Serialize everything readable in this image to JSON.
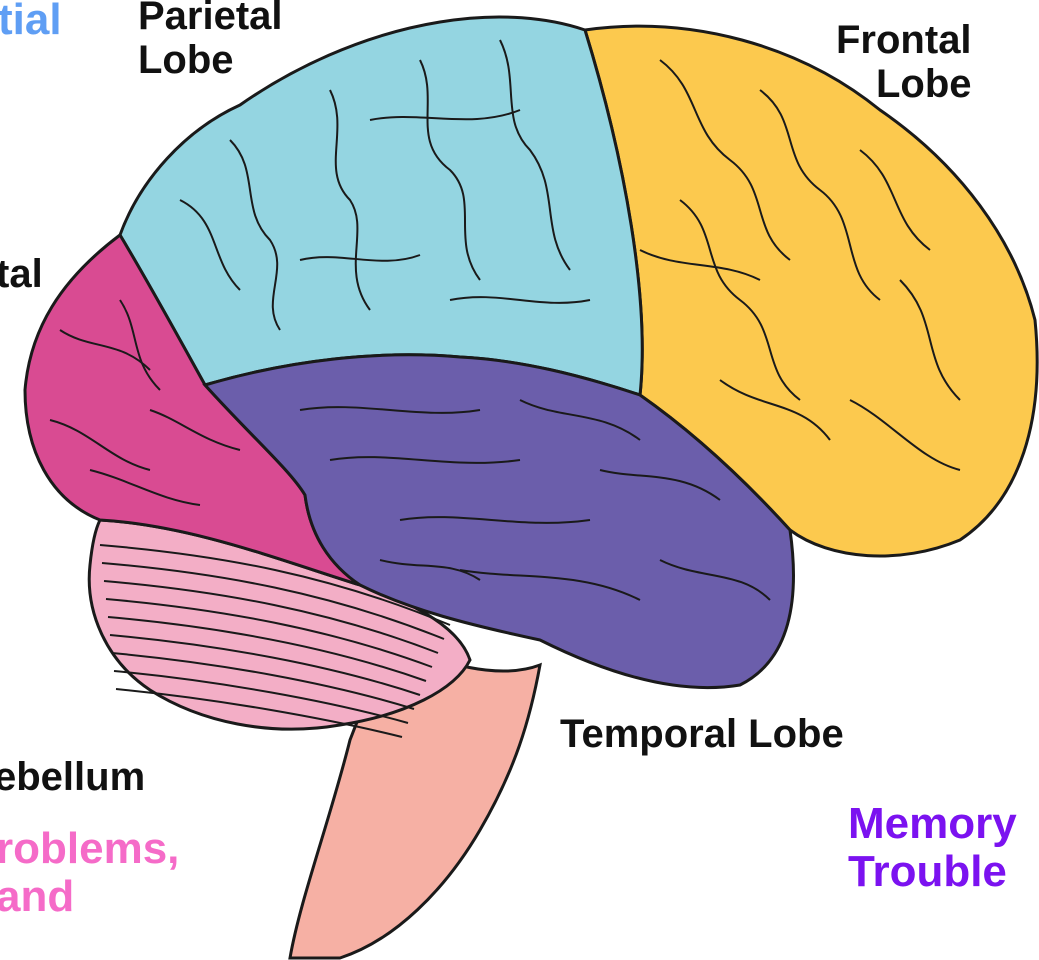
{
  "colors": {
    "frontal": "#fcc94e",
    "parietal": "#94d5e1",
    "occipital": "#d94b92",
    "temporal": "#6b5eab",
    "cerebellum": "#f3aec6",
    "brainstem": "#f6b0a4",
    "outline": "#1a1a1a",
    "note_spatial": "#5f9ef4",
    "note_problems": "#f56bc8",
    "note_memory": "#7b12f0"
  },
  "labels": {
    "parietal": "Parietal\nLobe",
    "frontal": "Frontal\nLobe",
    "occipital": "tal",
    "temporal": "Temporal Lobe",
    "cerebellum": "ebellum"
  },
  "notes": {
    "spatial": "tial",
    "problems": "roblems,\nand",
    "memory": "Memory\nTrouble"
  }
}
